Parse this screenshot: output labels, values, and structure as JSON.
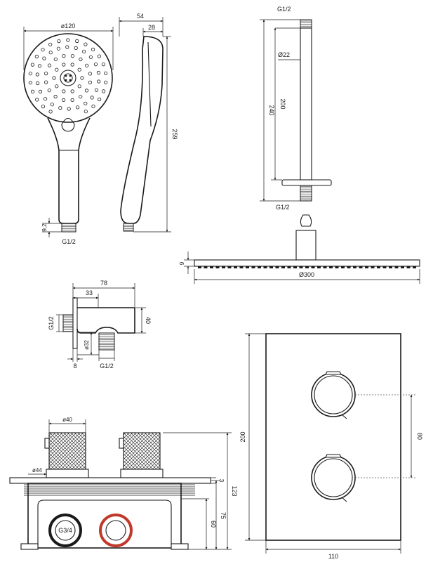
{
  "hand_shower": {
    "diameter": "ø120",
    "depth": "54",
    "neck": "28",
    "length": "259",
    "thread_offset": "9,2",
    "thread": "G1/2"
  },
  "shower_arm": {
    "top_thread": "G1/2",
    "pipe_diameter": "Ø22",
    "length_inner": "200",
    "length_total": "240",
    "bottom_thread": "G1/2"
  },
  "head_shower": {
    "thickness": "9",
    "diameter": "Ø300"
  },
  "wall_outlet": {
    "length": "78",
    "offset": "33",
    "thread_left": "G1/2",
    "height": "40",
    "flange_diameter": "ø32",
    "flange_thickness": "8",
    "thread_bottom": "G1/2"
  },
  "mixer_body": {
    "knob_diameter": "ø40",
    "bezel_diameter": "ø44",
    "plate_gap": "3",
    "total_height": "123",
    "height_75": "75",
    "height_60": "60",
    "port": "G3/4"
  },
  "cover_plate": {
    "height": "200",
    "knob_spacing": "80",
    "width": "110"
  },
  "colors": {
    "line": "#1a1a1a",
    "hot_port": "#c0392b",
    "cold_port": "#1a1a1a"
  }
}
